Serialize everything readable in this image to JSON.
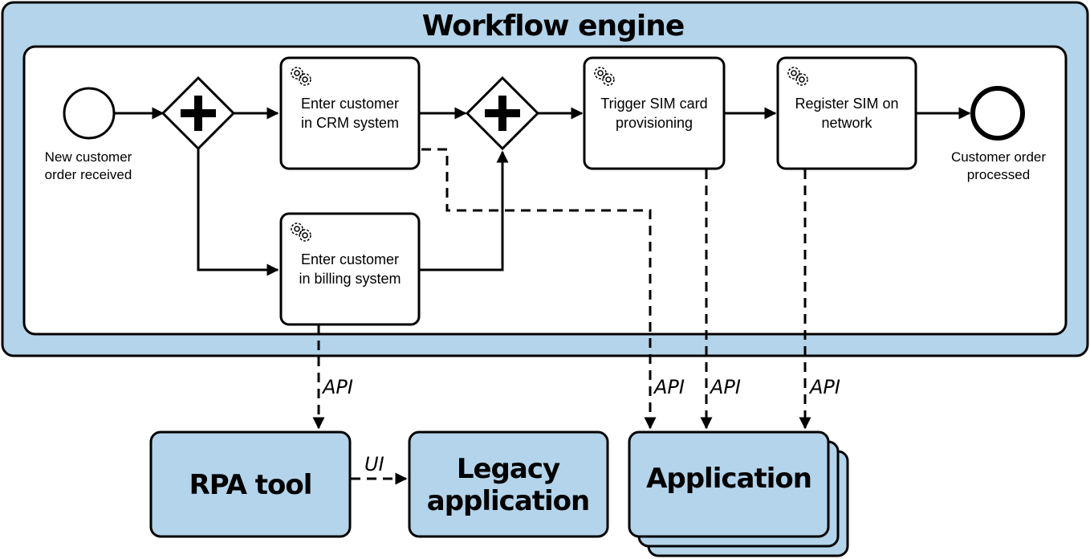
{
  "engine": {
    "title": "Workflow engine"
  },
  "events": {
    "start": [
      "New customer",
      "order received"
    ],
    "end": [
      "Customer order",
      "processed"
    ]
  },
  "tasks": {
    "crm": [
      "Enter customer",
      "in CRM system"
    ],
    "billing": [
      "Enter customer",
      "in billing system"
    ],
    "sim": [
      "Trigger SIM card",
      "provisioning"
    ],
    "register": [
      "Register SIM on",
      "network"
    ]
  },
  "edge_labels": {
    "api_billing": "API",
    "api_crm": "API",
    "api_sim": "API",
    "api_register": "API",
    "ui": "UI"
  },
  "systems": {
    "rpa": "RPA tool",
    "legacy": [
      "Legacy",
      "application"
    ],
    "application": "Application"
  },
  "colors": {
    "container": "#b3d4ea",
    "outline": "#000000",
    "task_fill": "#ffffff"
  }
}
